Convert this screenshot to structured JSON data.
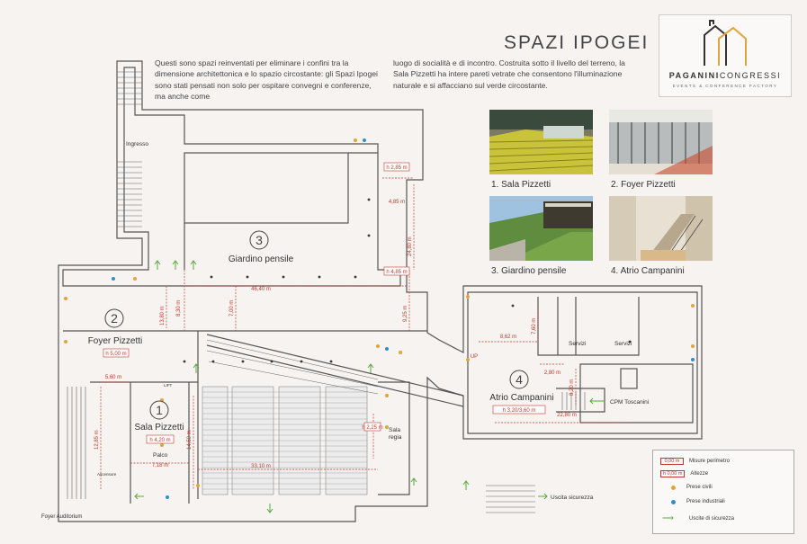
{
  "title": "SPAZI IPOGEI",
  "intro_left": "Questi sono spazi reinventati per eliminare i confini tra la dimensione architettonica e lo spazio circostante: gli Spazi Ipogei sono stati pensati non solo per ospitare convegni e conferenze, ma anche come",
  "intro_right": "luogo di socialità e di incontro. Costruita sotto il livello del terreno, la Sala Pizzetti ha intere pareti vetrate che consentono l'illuminazione naturale e si affacciano sul verde circostante.",
  "logo": {
    "brand_a": "PAGANINI",
    "brand_b": "CONGRESSI",
    "tagline": "EVENTS & CONFERENCE FACTORY",
    "accent": "#e0a53a"
  },
  "photos": [
    {
      "caption": "1. Sala Pizzetti"
    },
    {
      "caption": "2. Foyer Pizzetti"
    },
    {
      "caption": "3. Giardino pensile"
    },
    {
      "caption": "4. Atrio Campanini"
    }
  ],
  "rooms": {
    "r1": {
      "num": "1",
      "name": "Sala Pizzetti",
      "height": "h 4,20 m",
      "dims": "7,18 m"
    },
    "r2": {
      "num": "2",
      "name": "Foyer Pizzetti",
      "height": "h 5,00 m"
    },
    "r3": {
      "num": "3",
      "name": "Giardino pensile"
    },
    "r4": {
      "num": "4",
      "name": "Atrio Campanini",
      "height": "h 3,20/3,60 m"
    }
  },
  "labels": {
    "ingresso": "Ingresso",
    "palco": "Palco",
    "sala_regia_1": "Sala",
    "sala_regia_2": "regia",
    "ascensore": "Ascensore",
    "foyer_auditorium": "Foyer Auditorium",
    "servizi": "Servizi",
    "cpm": "CPM Toscanini",
    "uscita": "Uscita sicurezza",
    "uplift": "LIFT"
  },
  "measures": {
    "m_2_85": "h 2,85 m",
    "m_4_85": "4,85 m",
    "m_24_80": "24,80 m",
    "m_h485": "h 4,85 m",
    "m_46_40": "46,40 m",
    "m_8_30": "8,30 m",
    "m_7_00": "7,00 m",
    "m_13_80": "13,80 m",
    "m_9_25": "9,25 m",
    "m_5_60": "5,60 m",
    "m_12_85": "12,85 m",
    "m_14_50": "14,50 m",
    "m_33_10": "33,10 m",
    "m_h225": "h 2,25 m",
    "m_8_62": "8,62 m",
    "m_7_60": "7,60 m",
    "m_2_80": "2,80 m",
    "m_8_20": "8,20 m",
    "m_22_80": "22,80 m",
    "m_up": "UP"
  },
  "legend": {
    "perimetro_box": "0,00 m",
    "perimetro": "Misure perimetro",
    "altezze_box": "h 0,00 m",
    "altezze": "Altezze",
    "civili": "Prese civili",
    "industriali": "Prese industriali",
    "uscite": "Uscite di sicurezza",
    "color_civili": "#e0a53a",
    "color_industriali": "#2f8fc8",
    "color_uscite": "#5aaa3a",
    "color_measure": "#c0392b"
  }
}
